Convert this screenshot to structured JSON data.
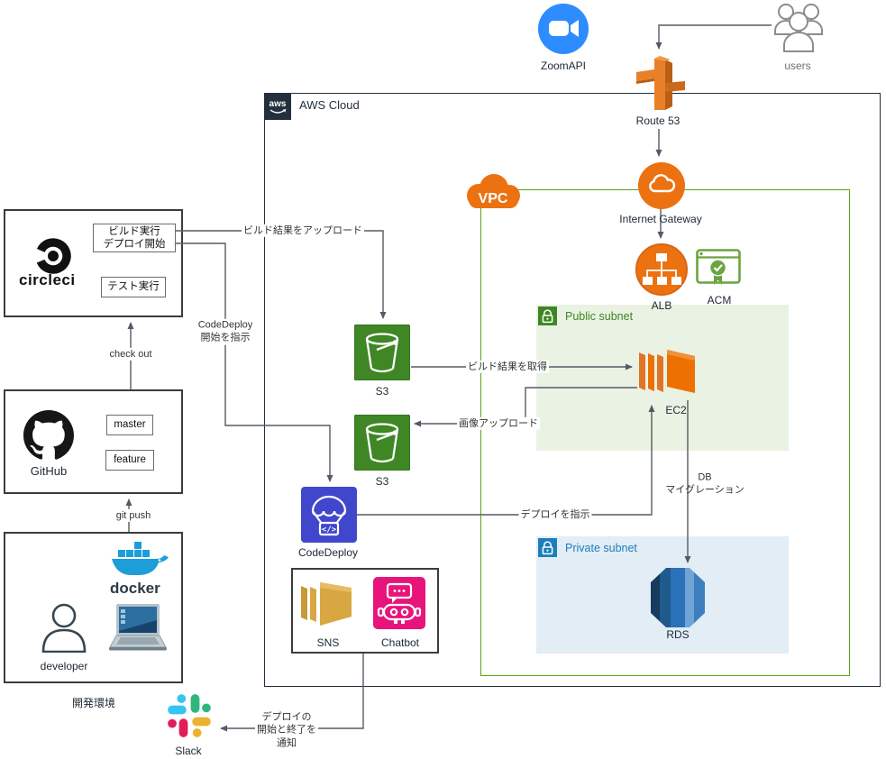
{
  "colors": {
    "aws_border": "#232F3E",
    "vpc_border": "#56A712",
    "public_subnet_bg": "#EAF2E3",
    "private_subnet_bg": "#E2EDF5",
    "aws_orange": "#EC7211",
    "s3_green": "#3F8624",
    "acm_green": "#6CA43F",
    "codedeploy_blue": "#4147CC",
    "sns_gold": "#D9A741",
    "chatbot_pink": "#E7157B",
    "rds_blue": "#2E73B8",
    "zoom_blue": "#2D8CFF",
    "docker_blue": "#1D9ED8",
    "private_lock_blue": "#1C7FBC",
    "connector": "#545B64"
  },
  "external": {
    "zoomapi": {
      "label": "ZoomAPI"
    },
    "users": {
      "label": "users"
    },
    "route53": {
      "label": "Route 53"
    }
  },
  "aws": {
    "logo": "aws",
    "label": "AWS Cloud"
  },
  "vpc": {
    "label": "VPC",
    "internet_gateway": {
      "label": "Internet Gateway"
    },
    "alb": {
      "label": "ALB"
    },
    "acm": {
      "label": "ACM"
    },
    "public_subnet": {
      "label": "Public subnet",
      "ec2": {
        "label": "EC2"
      }
    },
    "private_subnet": {
      "label": "Private subnet",
      "rds": {
        "label": "RDS"
      }
    }
  },
  "pipeline": {
    "s3_build": {
      "label": "S3"
    },
    "s3_images": {
      "label": "S3"
    },
    "codedeploy": {
      "label": "CodeDeploy",
      "glyph": "</>"
    },
    "notification_box": {
      "sns": {
        "label": "SNS"
      },
      "chatbot": {
        "label": "Chatbot"
      }
    }
  },
  "dev": {
    "circleci": {
      "logo_text": "circleci",
      "build_line1": "ビルド実行",
      "build_line2": "デプロイ開始",
      "test_label": "テスト実行"
    },
    "github": {
      "label": "GitHub",
      "master": "master",
      "feature": "feature"
    },
    "developer": {
      "docker": "docker",
      "label": "developer"
    },
    "environment_label": "開発環境",
    "slack": {
      "label": "Slack"
    }
  },
  "edges": {
    "upload_build": "ビルド結果をアップロード",
    "codedeploy_start_line1": "CodeDeploy",
    "codedeploy_start_line2": "開始を指示",
    "checkout": "check out",
    "git_push": "git push",
    "get_build": "ビルド結果を取得",
    "image_upload": "画像アップロード",
    "deploy_instruct": "デプロイを指示",
    "db_migration_line1": "DB",
    "db_migration_line2": "マイグレーション",
    "notify_line1": "デプロイの",
    "notify_line2": "開始と終了を",
    "notify_line3": "通知"
  }
}
